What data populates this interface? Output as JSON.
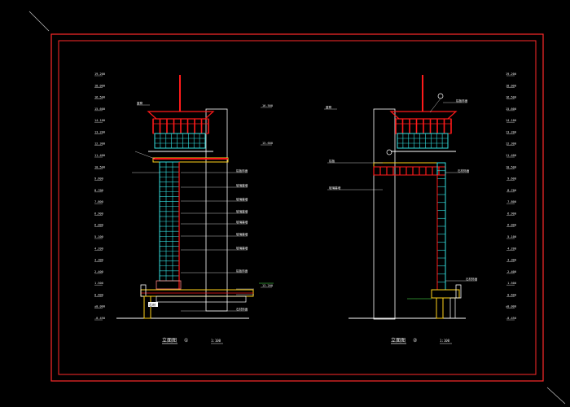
{
  "colors": {
    "background": "#000000",
    "frame": "#ff2a2a",
    "roof": "#ff1a1a",
    "structure": "#ffffff",
    "glazing": "#33e0e0",
    "annotation": "#f2f2f2",
    "base": "#ffd21a",
    "accent": "#55ff55"
  },
  "elevations": [
    {
      "name": "left-elevation",
      "title": "立面图",
      "scale_badge": "①",
      "scale": "1:100",
      "top_label": "屋脊",
      "left_levels": [
        "19.200",
        "18.000",
        "16.500",
        "15.600",
        "14.100",
        "13.200",
        "12.300",
        "11.400",
        "10.500",
        "9.600",
        "8.700",
        "7.800",
        "6.900",
        "6.000",
        "5.100",
        "4.200",
        "3.300",
        "2.400",
        "1.500",
        "0.600",
        "±0.000",
        "-0.450"
      ],
      "right_levels": [
        "16.500",
        "15.600",
        "13.200"
      ],
      "right_notes": [
        "铝板饰面",
        "玻璃幕墙",
        "玻璃幕墙",
        "玻璃幕墙",
        "玻璃幕墙",
        "玻璃幕墙",
        "玻璃幕墙",
        "铝板饰面",
        "石材饰面"
      ],
      "base_note": "石材"
    },
    {
      "name": "right-elevation",
      "title": "立面图",
      "scale_badge": "②",
      "scale": "1:100",
      "top_label": "屋脊",
      "left_notes": [
        "铝板",
        "玻璃幕墙"
      ],
      "right_inner_notes": [
        "铝板饰面",
        "石材饰面",
        "石材饰面"
      ],
      "right_levels": [
        "19.200",
        "18.000",
        "16.500",
        "15.600",
        "14.100",
        "13.200",
        "12.300",
        "11.400",
        "10.500",
        "9.600",
        "8.700",
        "7.800",
        "6.900",
        "6.000",
        "5.100",
        "4.200",
        "3.300",
        "2.400",
        "1.500",
        "0.600",
        "±0.000",
        "-0.450"
      ]
    }
  ]
}
